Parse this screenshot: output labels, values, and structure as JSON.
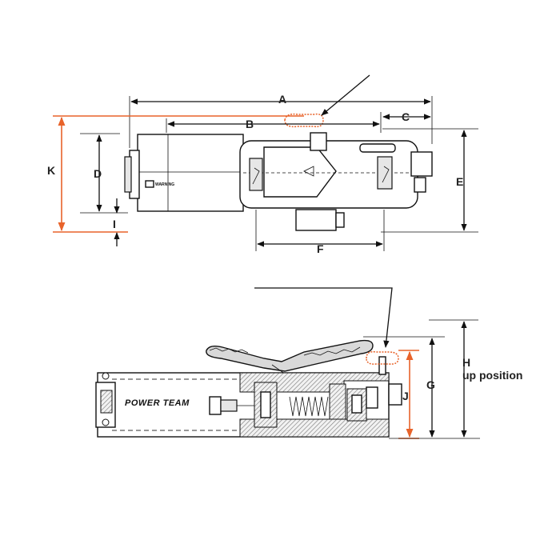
{
  "colors": {
    "accent": "#e8632a",
    "ink": "#111111",
    "hatch": "#777777"
  },
  "top_view": {
    "labels": {
      "A": "A",
      "B": "B",
      "C": "C",
      "D": "D",
      "E": "E",
      "F": "F",
      "I": "I",
      "K": "K"
    },
    "warning_text": "WARNING"
  },
  "side_view": {
    "brand": "POWER TEAM",
    "labels": {
      "G": "G",
      "H": "H",
      "J": "J",
      "up_position": "up position"
    }
  }
}
